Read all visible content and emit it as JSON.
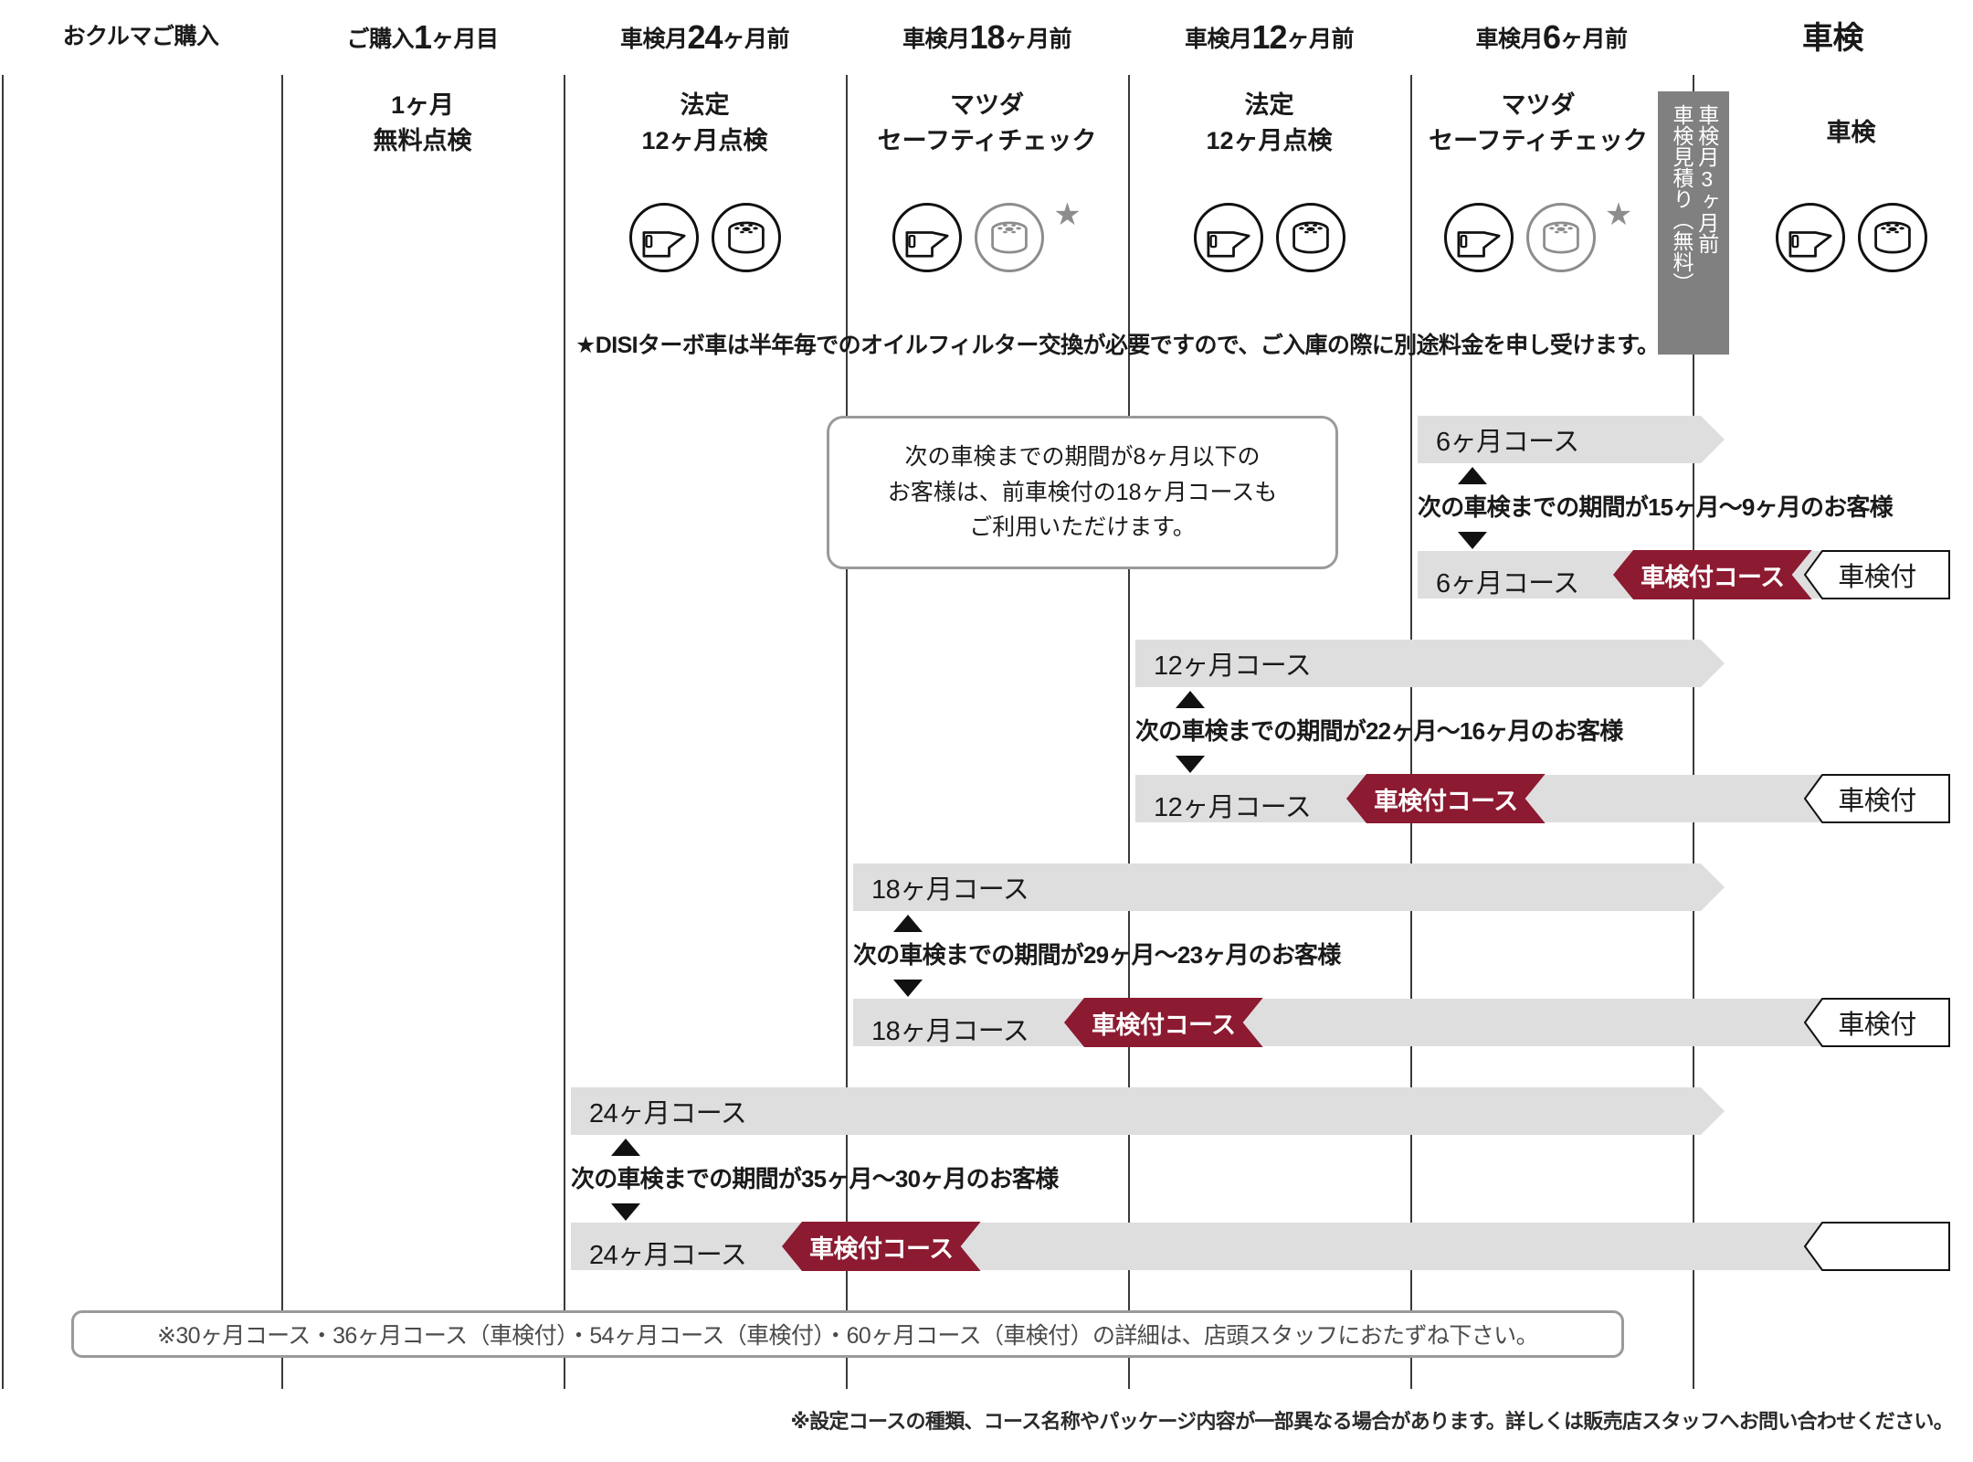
{
  "timeline": {
    "milestones": [
      {
        "id": "purchase",
        "pre": "おクルマご購入",
        "big": "",
        "post": ""
      },
      {
        "id": "m1",
        "pre": "ご購入",
        "big": "1",
        "post": "ヶ月目"
      },
      {
        "id": "m24",
        "pre": "車検月",
        "big": "24",
        "post": "ヶ月前"
      },
      {
        "id": "m18",
        "pre": "車検月",
        "big": "18",
        "post": "ヶ月前"
      },
      {
        "id": "m12",
        "pre": "車検月",
        "big": "12",
        "post": "ヶ月前"
      },
      {
        "id": "m6",
        "pre": "車検月",
        "big": "6",
        "post": "ヶ月前"
      },
      {
        "id": "shaken",
        "pre": "車検",
        "big": "",
        "post": ""
      }
    ],
    "services": [
      {
        "id": "svc-1month",
        "line1": "1ヶ月",
        "line2": "無料点検",
        "icons": []
      },
      {
        "id": "svc-24",
        "line1": "法定",
        "line2": "12ヶ月点検",
        "icons": [
          "oil-jug-icon",
          "oil-filter-icon"
        ]
      },
      {
        "id": "svc-18",
        "line1": "マツダ",
        "line2": "セーフティチェック",
        "icons": [
          "oil-jug-icon",
          "oil-filter-icon-muted",
          "star-icon"
        ]
      },
      {
        "id": "svc-12",
        "line1": "法定",
        "line2": "12ヶ月点検",
        "icons": [
          "oil-jug-icon",
          "oil-filter-icon"
        ]
      },
      {
        "id": "svc-6",
        "line1": "マツダ",
        "line2": "セーフティチェック",
        "icons": [
          "oil-jug-icon",
          "oil-filter-icon-muted",
          "star-icon"
        ]
      },
      {
        "id": "svc-shaken",
        "line1": "車検",
        "line2": "",
        "icons": [
          "oil-jug-icon",
          "oil-filter-icon"
        ]
      }
    ],
    "estimate_box": {
      "line_right": "車検月3ヶ月前",
      "line_left": "車検見積り（無料）",
      "bg_color": "#808080"
    }
  },
  "disi_note": "★DISIターボ車は半年毎でのオイルフィルター交換が必要ですので、ご入庫の際に別途料金を申し受けます。",
  "callout": {
    "lines": [
      "次の車検までの期間が8ヶ月以下の",
      "お客様は、前車検付の18ヶ月コースも",
      "ご利用いただけます。"
    ]
  },
  "courses": [
    {
      "id": "course-6",
      "plain_label": "6ヶ月コース",
      "condition": "次の車検までの期間が15ヶ月～9ヶ月のお客様",
      "paid_label": "6ヶ月コース",
      "badge_label": "車検付コース",
      "end_badge_label": "車検付"
    },
    {
      "id": "course-12",
      "plain_label": "12ヶ月コース",
      "condition": "次の車検までの期間が22ヶ月～16ヶ月のお客様",
      "paid_label": "12ヶ月コース",
      "badge_label": "車検付コース",
      "end_badge_label": "車検付"
    },
    {
      "id": "course-18",
      "plain_label": "18ヶ月コース",
      "condition": "次の車検までの期間が29ヶ月～23ヶ月のお客様",
      "paid_label": "18ヶ月コース",
      "badge_label": "車検付コース",
      "end_badge_label": "車検付"
    },
    {
      "id": "course-24",
      "plain_label": "24ヶ月コース",
      "condition": "次の車検までの期間が35ヶ月～30ヶ月のお客様",
      "paid_label": "24ヶ月コース",
      "badge_label": "車検付コース",
      "end_badge_label": ""
    }
  ],
  "footnotes": {
    "boxed": "※30ヶ月コース・36ヶ月コース（車検付）・54ヶ月コース（車検付）・60ヶ月コース（車検付）の詳細は、店頭スタッフにおたずね下さい。",
    "bottom": "※設定コースの種類、コース名称やパッケージ内容が一部異なる場合があります。詳しくは販売店スタッフへお問い合わせください。"
  },
  "colors": {
    "accent_red": "#8c1a31",
    "bar_gray": "#dedede",
    "box_gray": "#808080"
  }
}
